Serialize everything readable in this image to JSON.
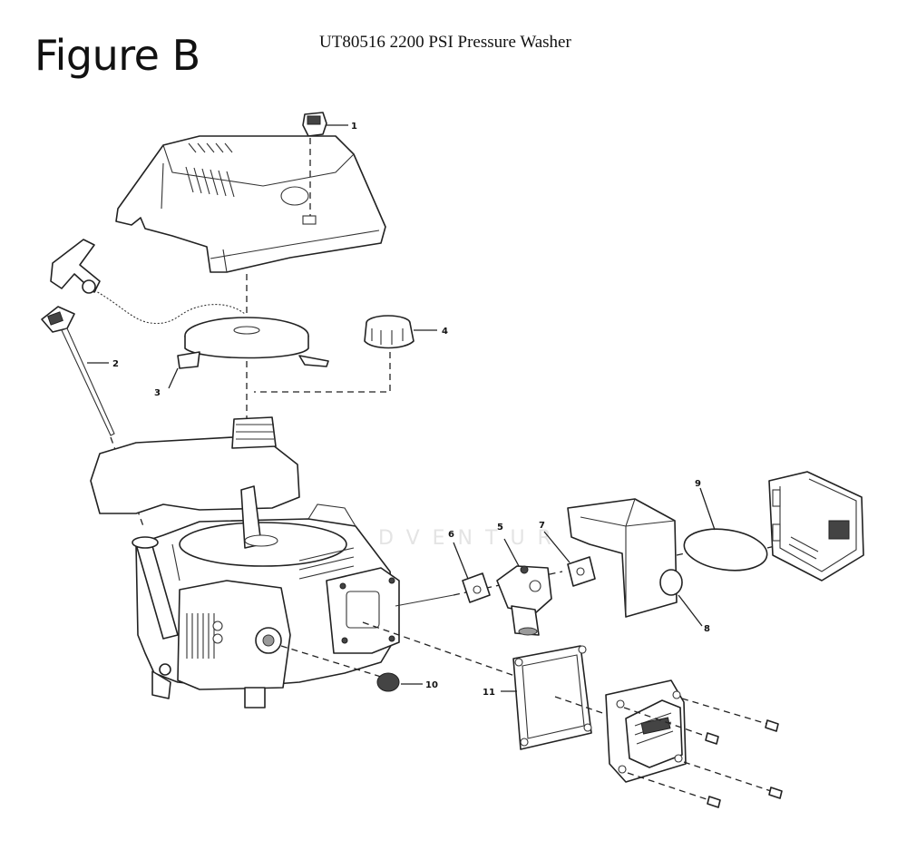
{
  "header": {
    "figure_title": "Figure B",
    "model_title": "UT80516 2200 PSI Pressure Washer"
  },
  "watermark": "ADVENTUR",
  "callouts": [
    "1",
    "2",
    "3",
    "4",
    "5",
    "6",
    "7",
    "8",
    "9",
    "10",
    "11"
  ]
}
